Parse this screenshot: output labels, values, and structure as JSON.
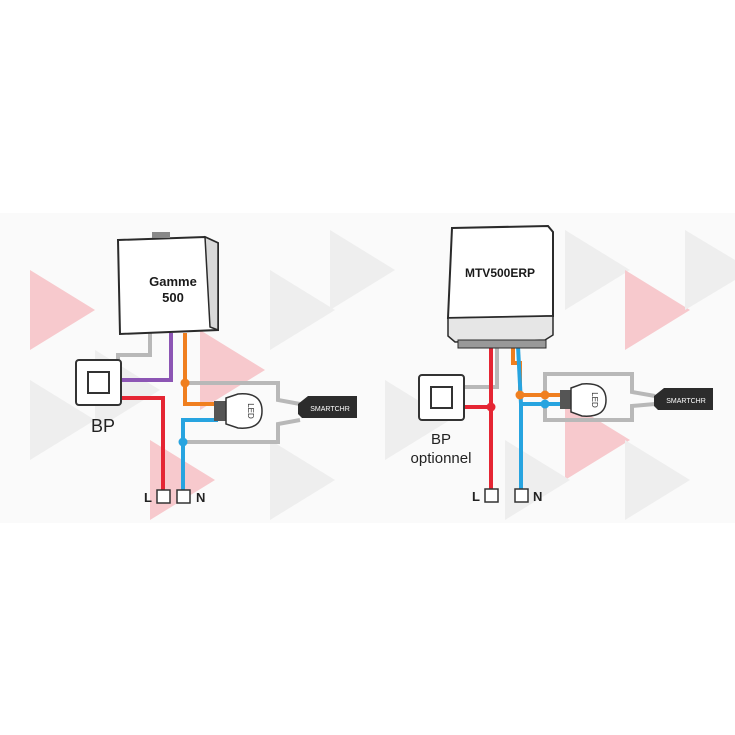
{
  "left": {
    "device_label": [
      "Gamme",
      "500"
    ],
    "switch_label": "BP",
    "smart_label": "SMARTCHR",
    "led_label": "LED",
    "terminal_l": "L",
    "terminal_n": "N"
  },
  "right": {
    "device_label": "MTV500ERP",
    "switch_label": [
      "BP",
      "optionnel"
    ],
    "smart_label": "SMARTCHR",
    "led_label": "LED",
    "terminal_l": "L",
    "terminal_n": "N"
  },
  "colors": {
    "live": "#e52533",
    "neutral": "#27a4e0",
    "switched": "#f07f1f",
    "pushbutton": "#8c55b4",
    "wire_grey": "#b8b8b8",
    "pattern_red": "#f7c9cd",
    "pattern_grey": "#eeeeee"
  }
}
